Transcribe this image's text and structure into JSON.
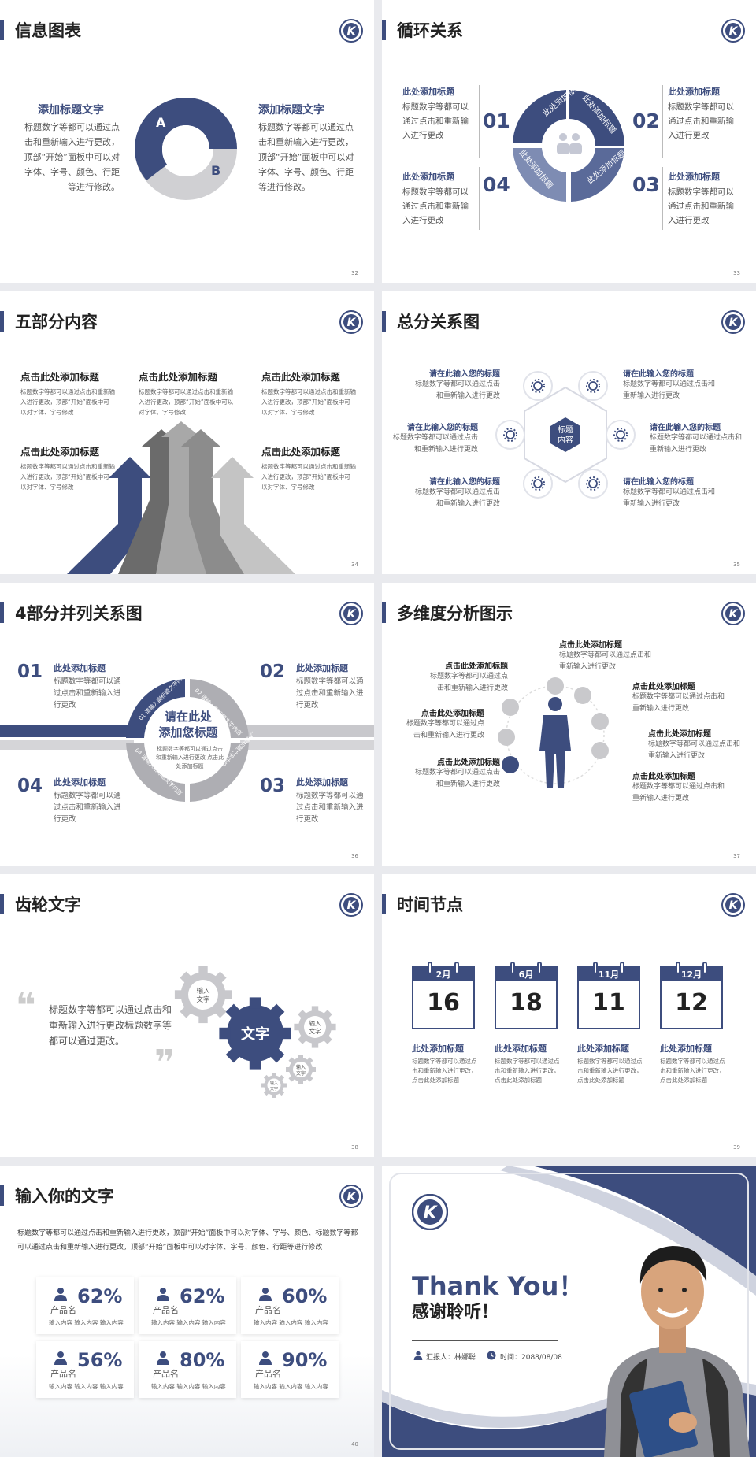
{
  "colors": {
    "navy": "#3d4d7e",
    "gray": "#9a9a9a",
    "light_gray": "#d0d0d3",
    "bg": "#e9eaee"
  },
  "slides": {
    "s32": {
      "title": "信息图表",
      "page": "32",
      "left": {
        "head": "添加标题文字",
        "body": "标题数字等都可以通过点击和重新输入进行更改，顶部“开始”面板中可以对字体、字号、颜色、行距等进行修改。"
      },
      "right": {
        "head": "添加标题文字",
        "body": "标题数字等都可以通过点击和重新输入进行更改，顶部“开始”面板中可以对字体、字号、颜色、行距等进行修改。"
      },
      "ring_a": "A",
      "ring_b": "B"
    },
    "s33": {
      "title": "循环关系",
      "page": "33",
      "items": [
        {
          "num": "01",
          "head": "此处添加标题",
          "body": "标题数字等都可以通过点击和重新输入进行更改"
        },
        {
          "num": "02",
          "head": "此处添加标题",
          "body": "标题数字等都可以通过点击和重新输入进行更改"
        },
        {
          "num": "04",
          "head": "此处添加标题",
          "body": "标题数字等都可以通过点击和重新输入进行更改"
        },
        {
          "num": "03",
          "head": "此处添加标题",
          "body": "标题数字等都可以通过点击和重新输入进行更改"
        }
      ],
      "arc_label": "此处添加标题"
    },
    "s34": {
      "title": "五部分内容",
      "page": "34",
      "items": [
        {
          "head": "点击此处添加标题",
          "body": "标题数字等都可以通过点击和重新输入进行更改，顶部“开始”面板中可以对字体、字号修改"
        },
        {
          "head": "点击此处添加标题",
          "body": "标题数字等都可以通过点击和重新输入进行更改，顶部“开始”面板中可以对字体、字号修改"
        },
        {
          "head": "点击此处添加标题",
          "body": "标题数字等都可以通过点击和重新输入进行更改，顶部“开始”面板中可以对字体、字号修改"
        },
        {
          "head": "点击此处添加标题",
          "body": "标题数字等都可以通过点击和重新输入进行更改，顶部“开始”面板中可以对字体、字号修改"
        },
        {
          "head": "点击此处添加标题",
          "body": "标题数字等都可以通过点击和重新输入进行更改，顶部“开始”面板中可以对字体、字号修改"
        }
      ]
    },
    "s35": {
      "title": "总分关系图",
      "page": "35",
      "center": "标题内容",
      "center_l1": "标题",
      "center_l2": "内容",
      "items": [
        {
          "head": "请在此输入您的标题",
          "body": "标题数字等都可以通过点击和重新输入进行更改"
        },
        {
          "head": "请在此输入您的标题",
          "body": "标题数字等都可以通过点击和重新输入进行更改"
        },
        {
          "head": "请在此输入您的标题",
          "body": "标题数字等都可以通过点击和重新输入进行更改"
        },
        {
          "head": "请在此输入您的标题",
          "body": "标题数字等都可以通过点击和重新输入进行更改"
        },
        {
          "head": "请在此输入您的标题",
          "body": "标题数字等都可以通过点击和重新输入进行更改"
        },
        {
          "head": "请在此输入您的标题",
          "body": "标题数字等都可以通过点击和重新输入进行更改"
        }
      ]
    },
    "s36": {
      "title": "4部分并列关系图",
      "page": "36",
      "center_l1": "请在此处",
      "center_l2": "添加您标题",
      "center_body": "标题数字等都可以通过点击和重新输入进行更改 点击此处添加标题",
      "items": [
        {
          "num": "01",
          "head": "此处添加标题",
          "body": "标题数字等都可以通过点击和重新输入进行更改"
        },
        {
          "num": "02",
          "head": "此处添加标题",
          "body": "标题数字等都可以通过点击和重新输入进行更改"
        },
        {
          "num": "04",
          "head": "此处添加标题",
          "body": "标题数字等都可以通过点击和重新输入进行更改"
        },
        {
          "num": "03",
          "head": "此处添加标题",
          "body": "标题数字等都可以通过点击和重新输入进行更改"
        }
      ],
      "arc_labels": [
        "01 请输入副标题文字内容",
        "02 请输入副标题文字内容",
        "03 请输入副标题文字内容",
        "04 请输入副标题文字内容"
      ]
    },
    "s37": {
      "title": "多维度分析图示",
      "page": "37",
      "items": [
        {
          "head": "点击此处添加标题",
          "body": "标题数字等都可以通过点击和重新输入进行更改"
        },
        {
          "head": "点击此处添加标题",
          "body": "标题数字等都可以通过点击和重新输入进行更改"
        },
        {
          "head": "点击此处添加标题",
          "body": "标题数字等都可以通过点击和重新输入进行更改"
        },
        {
          "head": "点击此处添加标题",
          "body": "标题数字等都可以通过点击和重新输入进行更改"
        },
        {
          "head": "点击此处添加标题",
          "body": "标题数字等都可以通过点击和重新输入进行更改"
        },
        {
          "head": "点击此处添加标题",
          "body": "标题数字等都可以通过点击和重新输入进行更改"
        },
        {
          "head": "点击此处添加标题",
          "body": "标题数字等都可以通过点击和重新输入进行更改"
        }
      ]
    },
    "s38": {
      "title": "齿轮文字",
      "page": "38",
      "quote": "标题数字等都可以通过点击和重新输入进行更改标题数字等都可以通过更改。",
      "gear_main": "文字",
      "gear_small": "输入文字",
      "gear_l1": "输入",
      "gear_l2": "文字"
    },
    "s39": {
      "title": "时间节点",
      "page": "39",
      "items": [
        {
          "month": "2月",
          "day": "16",
          "head": "此处添加标题",
          "body": "标题数字等都可以通过点击和重新输入进行更改，点击此处添加标题"
        },
        {
          "month": "6月",
          "day": "18",
          "head": "此处添加标题",
          "body": "标题数字等都可以通过点击和重新输入进行更改，点击此处添加标题"
        },
        {
          "month": "11月",
          "day": "11",
          "head": "此处添加标题",
          "body": "标题数字等都可以通过点击和重新输入进行更改，点击此处添加标题"
        },
        {
          "month": "12月",
          "day": "12",
          "head": "此处添加标题",
          "body": "标题数字等都可以通过点击和重新输入进行更改，点击此处添加标题"
        }
      ]
    },
    "s40": {
      "title": "输入你的文字",
      "page": "40",
      "intro": "标题数字等都可以通过点击和重新输入进行更改，顶部“开始”面板中可以对字体、字号、颜色、标题数字等都可以通过点击和重新输入进行更改，顶部“开始”面板中可以对字体、字号、颜色、行距等进行修改",
      "cards": [
        {
          "pct": "62%",
          "name": "产品名",
          "input": "输入内容  输入内容  输入内容"
        },
        {
          "pct": "62%",
          "name": "产品名",
          "input": "输入内容  输入内容  输入内容"
        },
        {
          "pct": "60%",
          "name": "产品名",
          "input": "输入内容  输入内容  输入内容"
        },
        {
          "pct": "56%",
          "name": "产品名",
          "input": "输入内容  输入内容  输入内容"
        },
        {
          "pct": "80%",
          "name": "产品名",
          "input": "输入内容  输入内容  输入内容"
        },
        {
          "pct": "90%",
          "name": "产品名",
          "input": "输入内容  输入内容  输入内容"
        }
      ]
    },
    "s41": {
      "thanks_en": "Thank You！",
      "thanks_cn": "感谢聆听！",
      "reporter": "汇报人：林娜聪",
      "date": "时间：2088/08/08"
    }
  }
}
